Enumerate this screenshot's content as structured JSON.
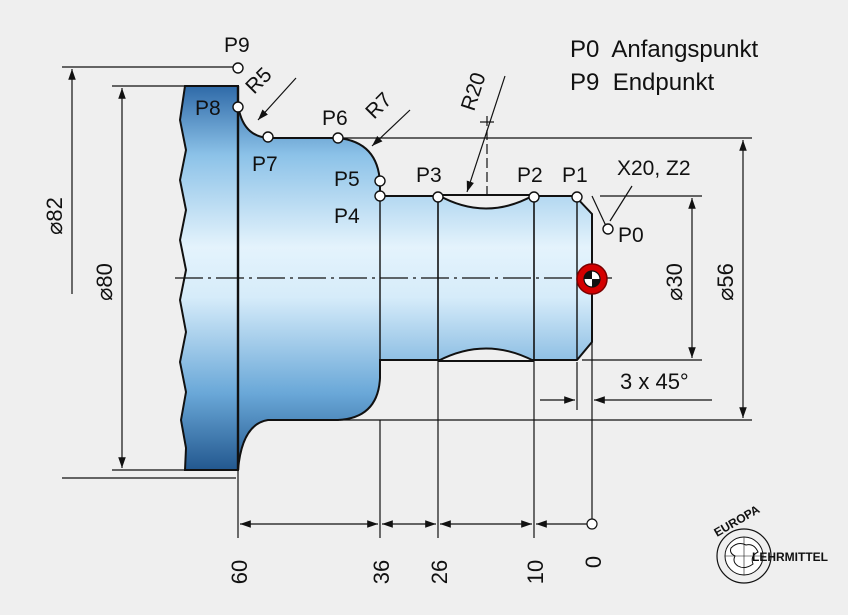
{
  "legend": {
    "line1": "P0  Anfangspunkt",
    "line2": "P9  Endpunkt"
  },
  "points": {
    "p0": "P0",
    "p1": "P1",
    "p2": "P2",
    "p3": "P3",
    "p4": "P4",
    "p5": "P5",
    "p6": "P6",
    "p7": "P7",
    "p8": "P8",
    "p9": "P9"
  },
  "radii": {
    "r5": "R5",
    "r7": "R7",
    "r20": "R20"
  },
  "start_coord": "X20, Z2",
  "diameters": {
    "d82": "⌀82",
    "d80": "⌀80",
    "d30": "⌀30",
    "d56": "⌀56"
  },
  "chamfer": "3 x 45°",
  "z_positions": {
    "z60": "60",
    "z36": "36",
    "z26": "26",
    "z10": "10",
    "z0": "0"
  },
  "logo": {
    "top": "EUROPA",
    "bottom": "LEHRMITTEL"
  },
  "colors": {
    "part_light": "#dff0fb",
    "part_dark": "#3a78b5",
    "zero_point": "#d40000",
    "background": "#efefef"
  }
}
